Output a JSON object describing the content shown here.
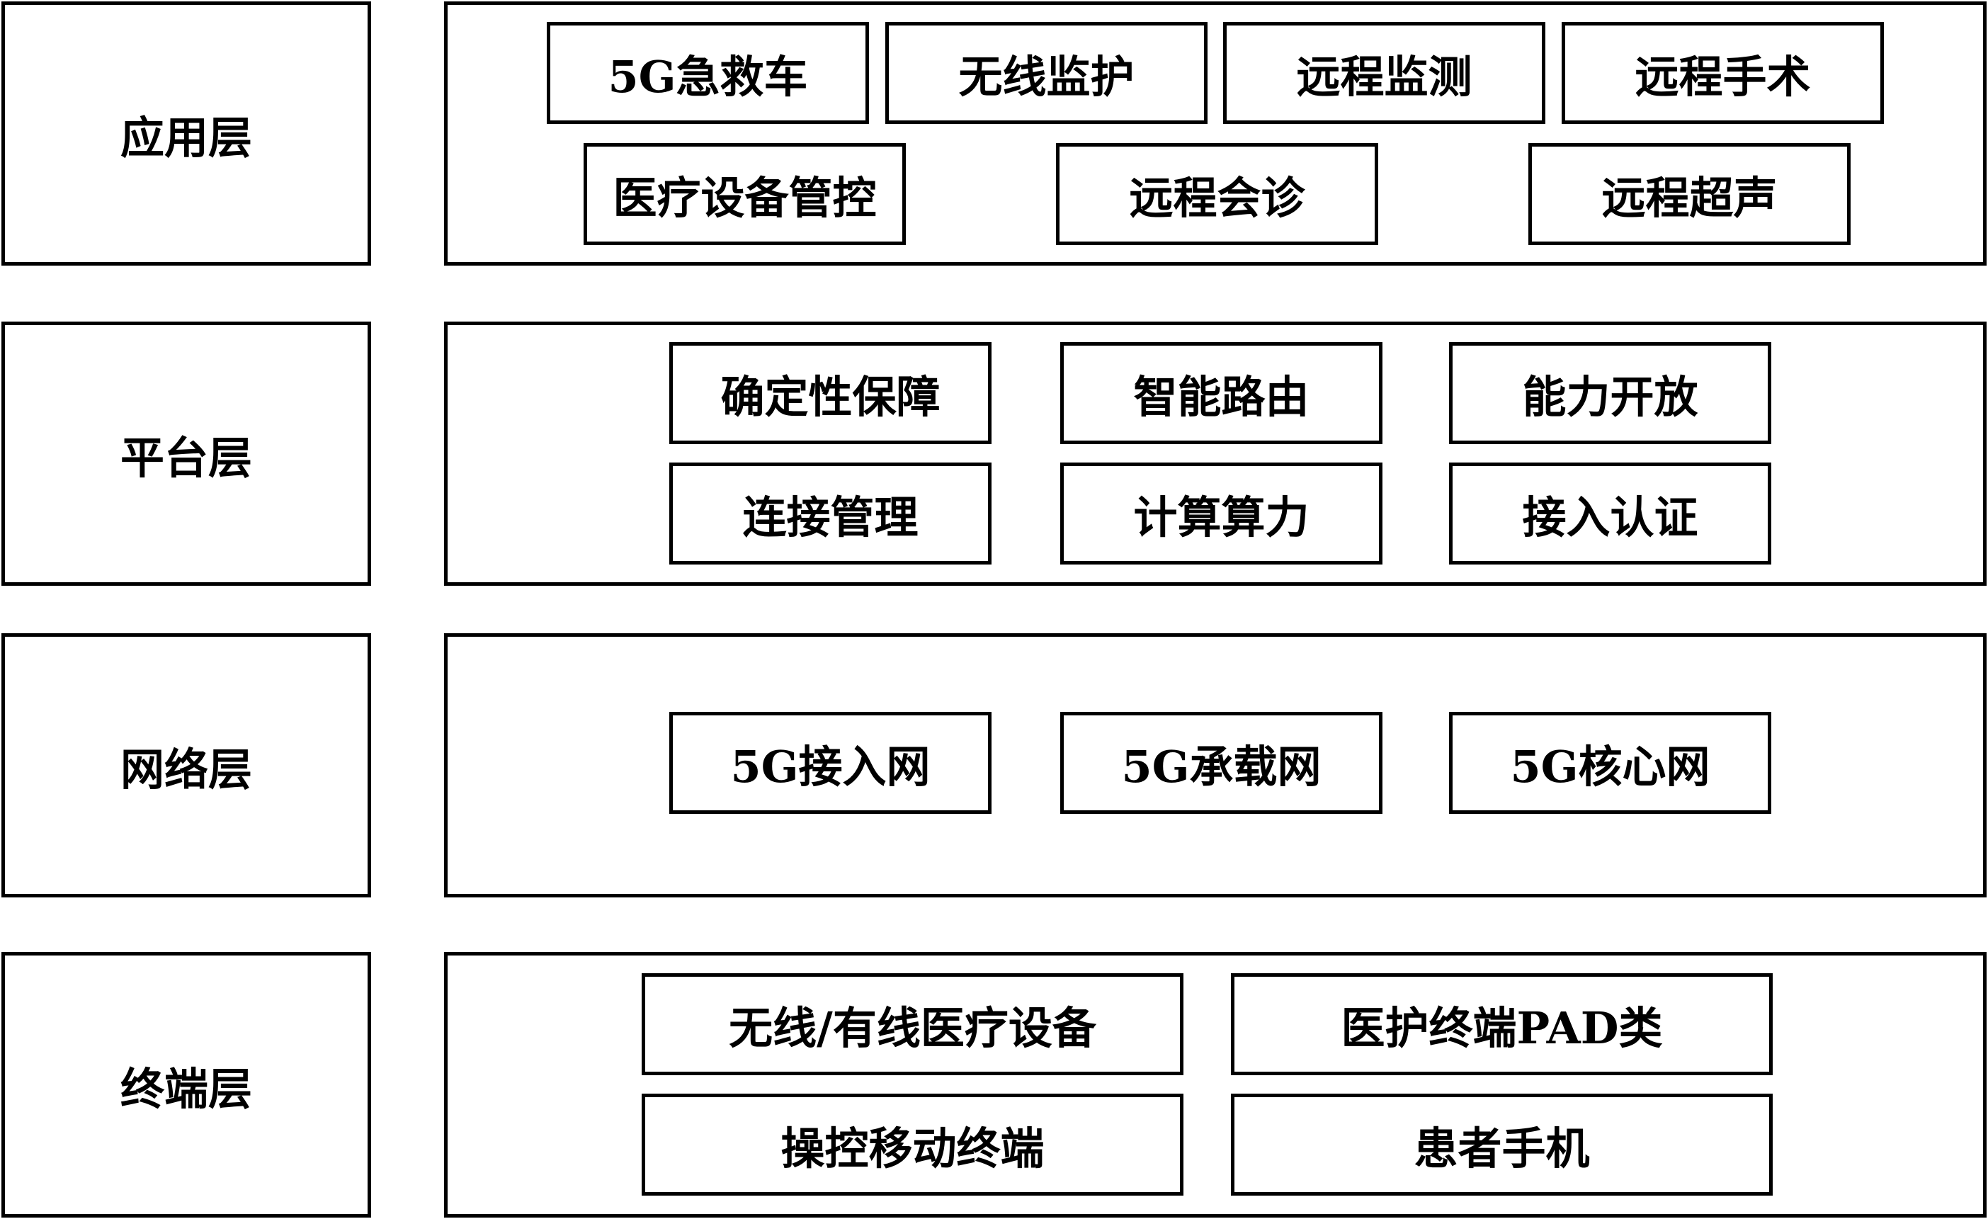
{
  "layers": [
    {
      "label": "应用层",
      "items": [
        "5G急救车",
        "无线监护",
        "远程监测",
        "远程手术",
        "医疗设备管控",
        "远程会诊",
        "远程超声"
      ]
    },
    {
      "label": "平台层",
      "items": [
        "确定性保障",
        "智能路由",
        "能力开放",
        "连接管理",
        "计算算力",
        "接入认证"
      ]
    },
    {
      "label": "网络层",
      "items": [
        "5G接入网",
        "5G承载网",
        "5G核心网"
      ]
    },
    {
      "label": "终端层",
      "items": [
        "无线/有线医疗设备",
        "医护终端PAD类",
        "操控移动终端",
        "患者手机"
      ]
    }
  ]
}
